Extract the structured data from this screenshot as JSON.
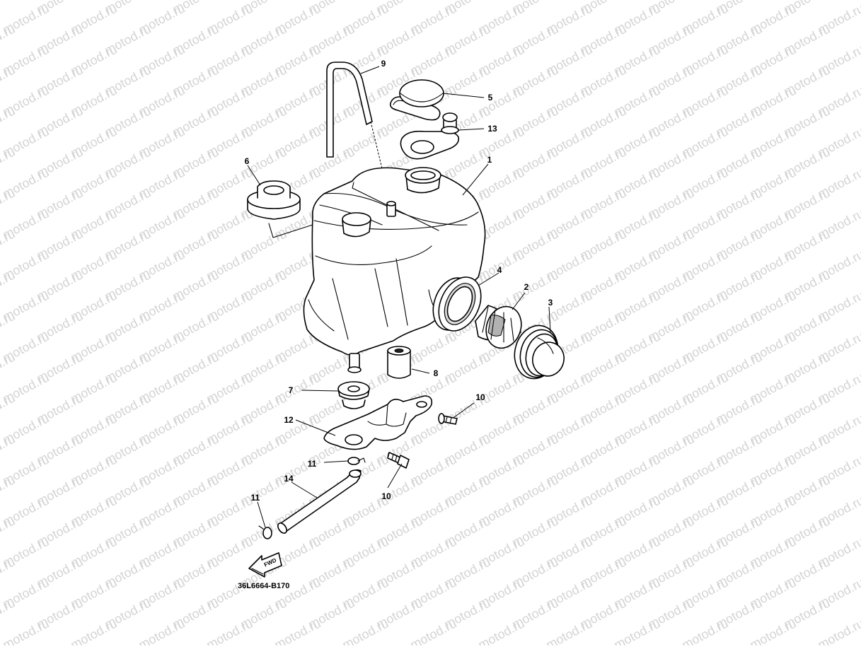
{
  "watermark": {
    "text": "motod.ru",
    "color": "#d4d4d4"
  },
  "diagram_code": "36L6664-B170",
  "fwd_arrow": {
    "label": "FWD"
  },
  "callouts": [
    {
      "id": "c1",
      "text": "1"
    },
    {
      "id": "c2",
      "text": "2"
    },
    {
      "id": "c3",
      "text": "3"
    },
    {
      "id": "c4",
      "text": "4"
    },
    {
      "id": "c5",
      "text": "5"
    },
    {
      "id": "c6",
      "text": "6"
    },
    {
      "id": "c7",
      "text": "7"
    },
    {
      "id": "c8",
      "text": "8"
    },
    {
      "id": "c9",
      "text": "9"
    },
    {
      "id": "c10a",
      "text": "10"
    },
    {
      "id": "c10b",
      "text": "10"
    },
    {
      "id": "c11a",
      "text": "11"
    },
    {
      "id": "c11b",
      "text": "11"
    },
    {
      "id": "c12",
      "text": "12"
    },
    {
      "id": "c13",
      "text": "13"
    },
    {
      "id": "c14",
      "text": "14"
    }
  ]
}
